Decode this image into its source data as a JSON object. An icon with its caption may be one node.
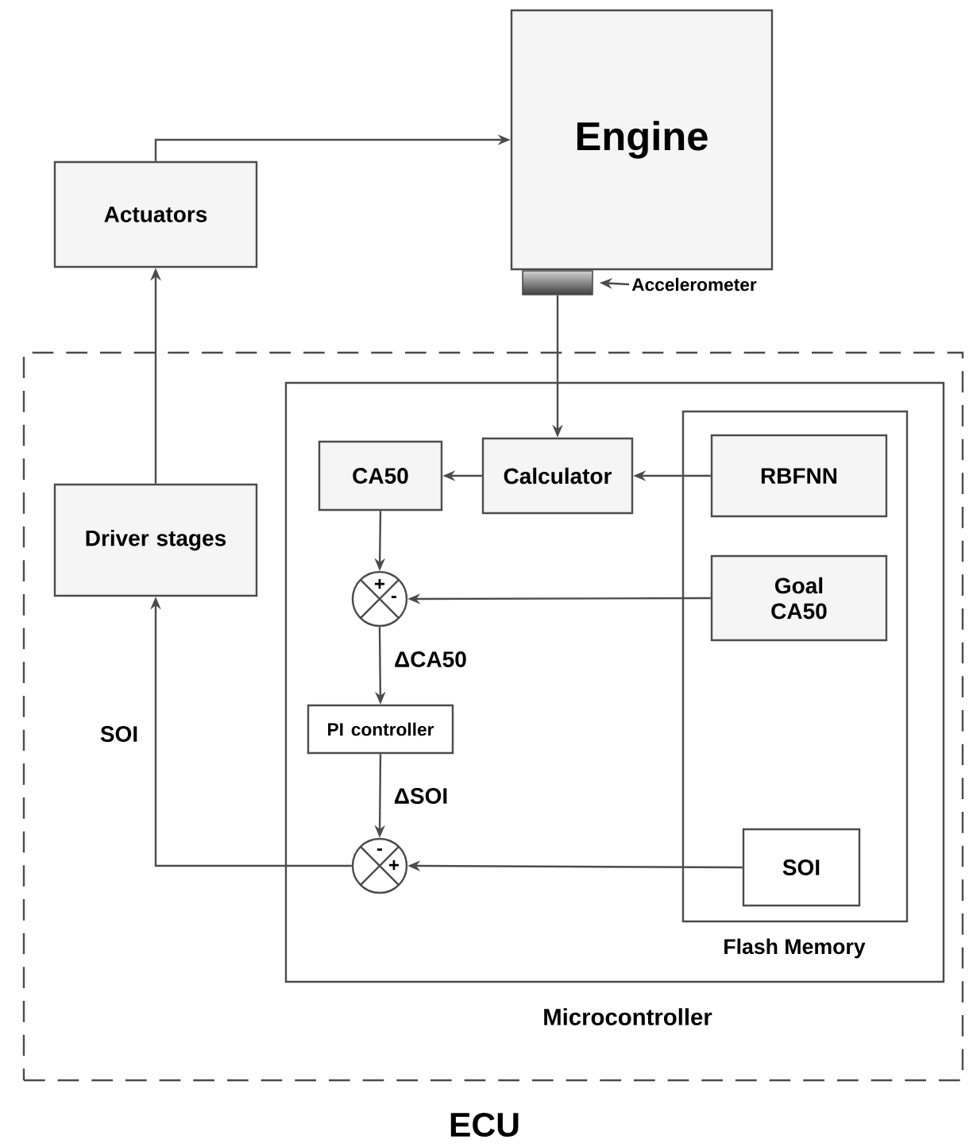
{
  "diagram": {
    "nodes": [
      {
        "text": [
          "Engine"
        ]
      },
      {
        "text": [],
        "shape": "bar"
      },
      {
        "text": [
          "Accelerometer"
        ]
      },
      {
        "text": [
          "Actuators"
        ]
      },
      {
        "text": [
          "ECU"
        ]
      },
      {
        "text": [
          "Driver stages"
        ],
        "in": 4
      },
      {
        "text": [
          "Microcontroller"
        ],
        "in": 4
      },
      {
        "text": [
          "Flash Memory"
        ],
        "in": 6
      },
      {
        "text": [
          "CA50"
        ],
        "in": 6
      },
      {
        "text": [
          "Calculator"
        ],
        "in": 6
      },
      {
        "text": [
          "RBFNN"
        ],
        "in": 7
      },
      {
        "text": [
          "Goal CA50"
        ],
        "in": 7
      },
      {
        "text": [
          "+",
          "-"
        ],
        "in": 6
      },
      {
        "text": [
          "PI controller"
        ],
        "in": 6
      },
      {
        "text": [
          "-",
          "+"
        ],
        "in": 6
      },
      {
        "text": [
          "SOI"
        ],
        "in": 7
      }
    ],
    "edges": [
      {
        "from": 3,
        "to": 0,
        "arrow": "to"
      },
      {
        "from": 5,
        "to": 3,
        "arrow": "to"
      },
      {
        "from": 2,
        "to": 1,
        "arrow": "to"
      },
      {
        "from": 1,
        "to": 9,
        "arrow": "to"
      },
      {
        "from": 10,
        "to": 9,
        "arrow": "to"
      },
      {
        "from": 9,
        "to": 8,
        "arrow": "to"
      },
      {
        "from": 8,
        "to": 12,
        "arrow": "to"
      },
      {
        "from": 11,
        "to": 12,
        "arrow": "to"
      },
      {
        "from": 12,
        "to": 13,
        "label": "ΔCA50",
        "arrow": "to"
      },
      {
        "from": 13,
        "to": 14,
        "label": "ΔSOI",
        "arrow": "to"
      },
      {
        "from": 15,
        "to": 14,
        "arrow": "to"
      },
      {
        "from": 14,
        "to": 5,
        "label": "SOI",
        "arrow": "to"
      }
    ]
  }
}
